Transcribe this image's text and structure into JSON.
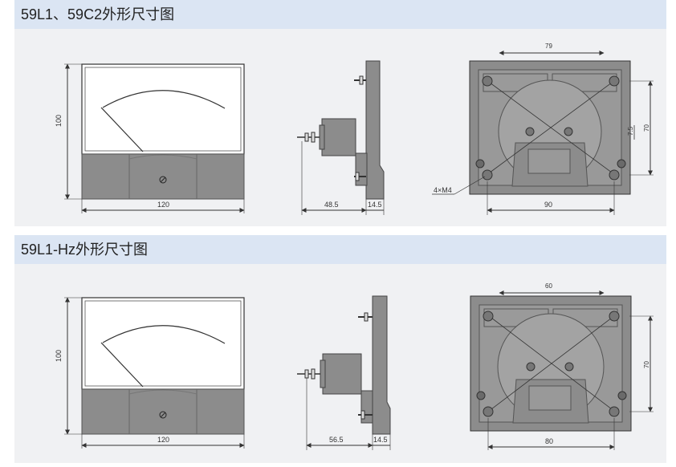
{
  "sections": [
    {
      "title": "59L1、59C2外形尺寸图",
      "front": {
        "height": "100",
        "width": "120"
      },
      "side": {
        "depth": "48.5",
        "flange": "14.5"
      },
      "back": {
        "top": "79",
        "bottom": "90",
        "right_outer": "70",
        "right_inner": "7.5",
        "holes": "4×M4"
      }
    },
    {
      "title": "59L1-Hz外形尺寸图",
      "front": {
        "height": "100",
        "width": "120"
      },
      "side": {
        "depth": "56.5",
        "flange": "14.5"
      },
      "back": {
        "top": "60",
        "bottom": "80",
        "right": "70"
      }
    }
  ],
  "colors": {
    "header_bg": "#dbe5f3",
    "panel_bg": "#f0f1f3",
    "dark_gray": "#8c8c8c",
    "line": "#333333"
  }
}
